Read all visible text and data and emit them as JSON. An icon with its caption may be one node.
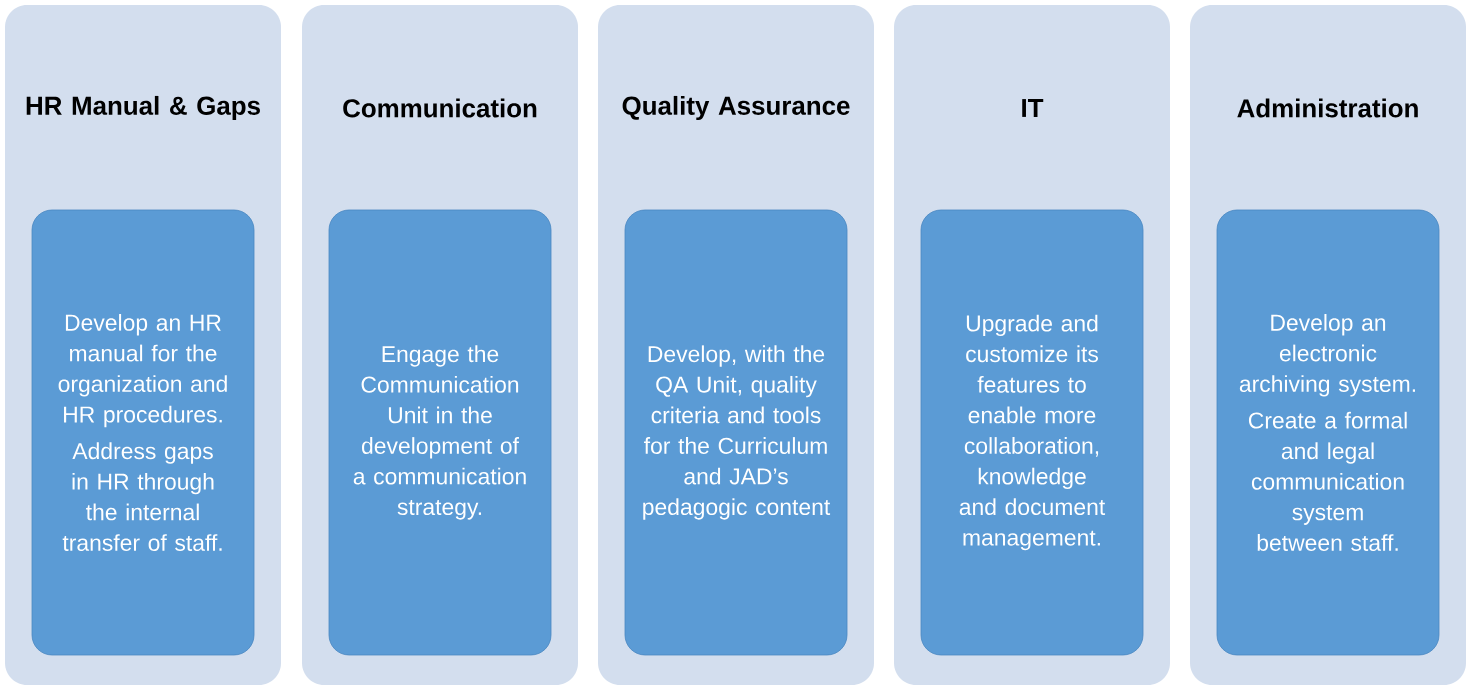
{
  "diagram": {
    "nodes": [
      {
        "text": [
          "HR Manual & Gaps"
        ]
      },
      {
        "text": [
          "Communication"
        ]
      },
      {
        "text": [
          "Quality Assurance"
        ]
      },
      {
        "text": [
          "IT"
        ]
      },
      {
        "text": [
          "Administration"
        ]
      },
      {
        "text": [
          "Develop an HR manual for the organization and HR procedures.",
          "Address gaps in HR through the internal transfer of staff."
        ],
        "in": 0
      },
      {
        "text": [
          "Engage the Communication Unit in the development of a communication strategy."
        ],
        "in": 1
      },
      {
        "text": [
          "Develop, with the QA Unit, quality criteria and tools for the Curriculum and JAD’s pedagogic content"
        ],
        "in": 2
      },
      {
        "text": [
          "Upgrade and customize its features to enable more collaboration, knowledge and document management."
        ],
        "in": 3
      },
      {
        "text": [
          "Develop an electronic archiving system.",
          "Create a formal and legal communication system between staff."
        ],
        "in": 4
      }
    ]
  }
}
